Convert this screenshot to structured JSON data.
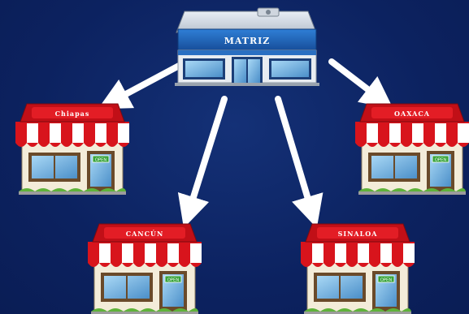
{
  "hq": {
    "label": "MATRIZ"
  },
  "branches": [
    {
      "id": "chiapas",
      "label": "Chiapas",
      "open_sign": "OPEN"
    },
    {
      "id": "oaxaca",
      "label": "OAXACA",
      "open_sign": "OPEN"
    },
    {
      "id": "cancun",
      "label": "CANCÚN",
      "open_sign": "OPEN"
    },
    {
      "id": "sinaloa",
      "label": "SINALOA",
      "open_sign": "OPEN"
    }
  ],
  "colors": {
    "background": "#0d2462",
    "arrow": "#ffffff",
    "awning_red": "#d8141c",
    "awning_white": "#ffffff",
    "hq_blue": "#1f5fb0",
    "wall": "#f3ecd9",
    "grass": "#5fb23a"
  }
}
